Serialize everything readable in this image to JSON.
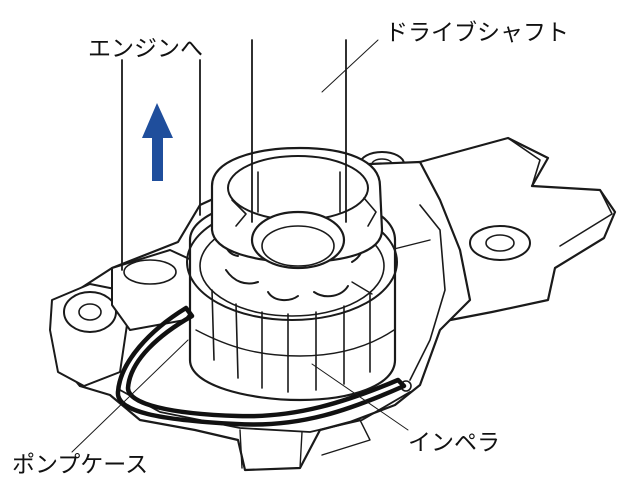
{
  "labels": {
    "engine": "エンジンへ",
    "drive_shaft": "ドライブシャフト",
    "pump_case": "ポンプケース",
    "impeller": "インペラ"
  },
  "colors": {
    "arrow": "#1f4e9c",
    "line": "#1a1a1a",
    "background": "#ffffff"
  },
  "icons": {
    "flow_arrow": "arrow-up-icon"
  }
}
